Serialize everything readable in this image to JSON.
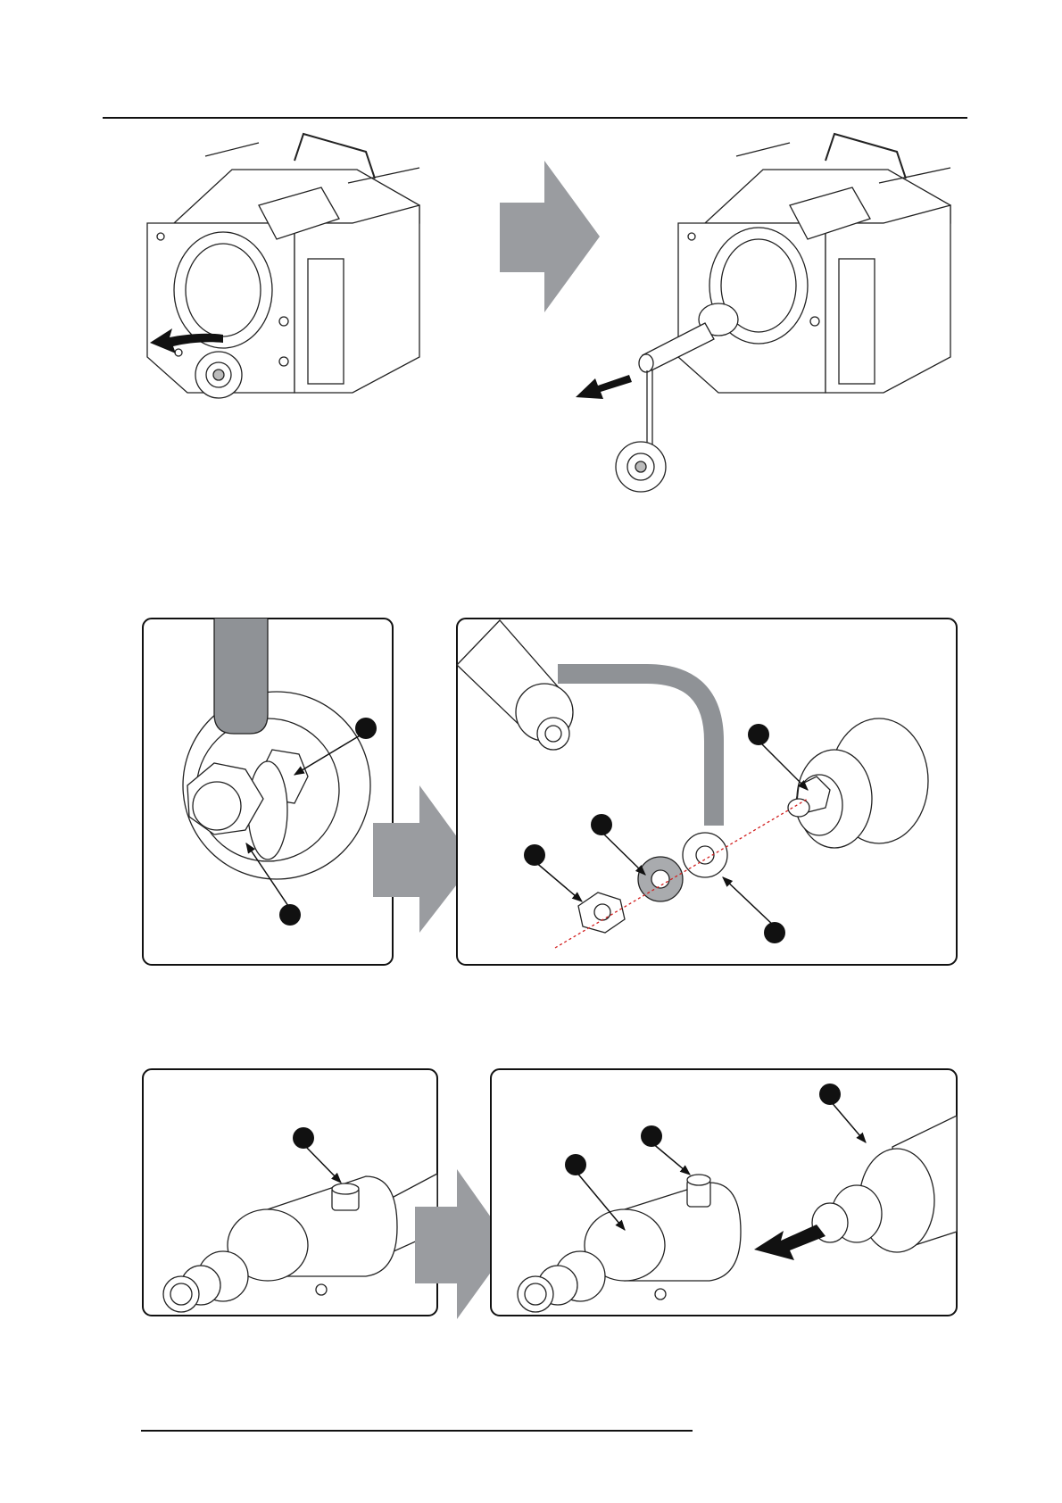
{
  "page": {
    "background": "#ffffff",
    "rule_color": "#111111",
    "arrow_color": "#9a9ca0",
    "callout_color": "#111111",
    "guide_line_color": "#d22020"
  },
  "figures": [
    {
      "id": "lamp-house-removal",
      "panels": [
        "housing-before",
        "housing-after-pull"
      ]
    },
    {
      "id": "cable-disconnect",
      "panels": [
        "terminal-nut-detail",
        "terminal-exploded"
      ]
    },
    {
      "id": "tube-removal",
      "panels": [
        "tube-with-screw",
        "tube-pull-out"
      ]
    }
  ]
}
